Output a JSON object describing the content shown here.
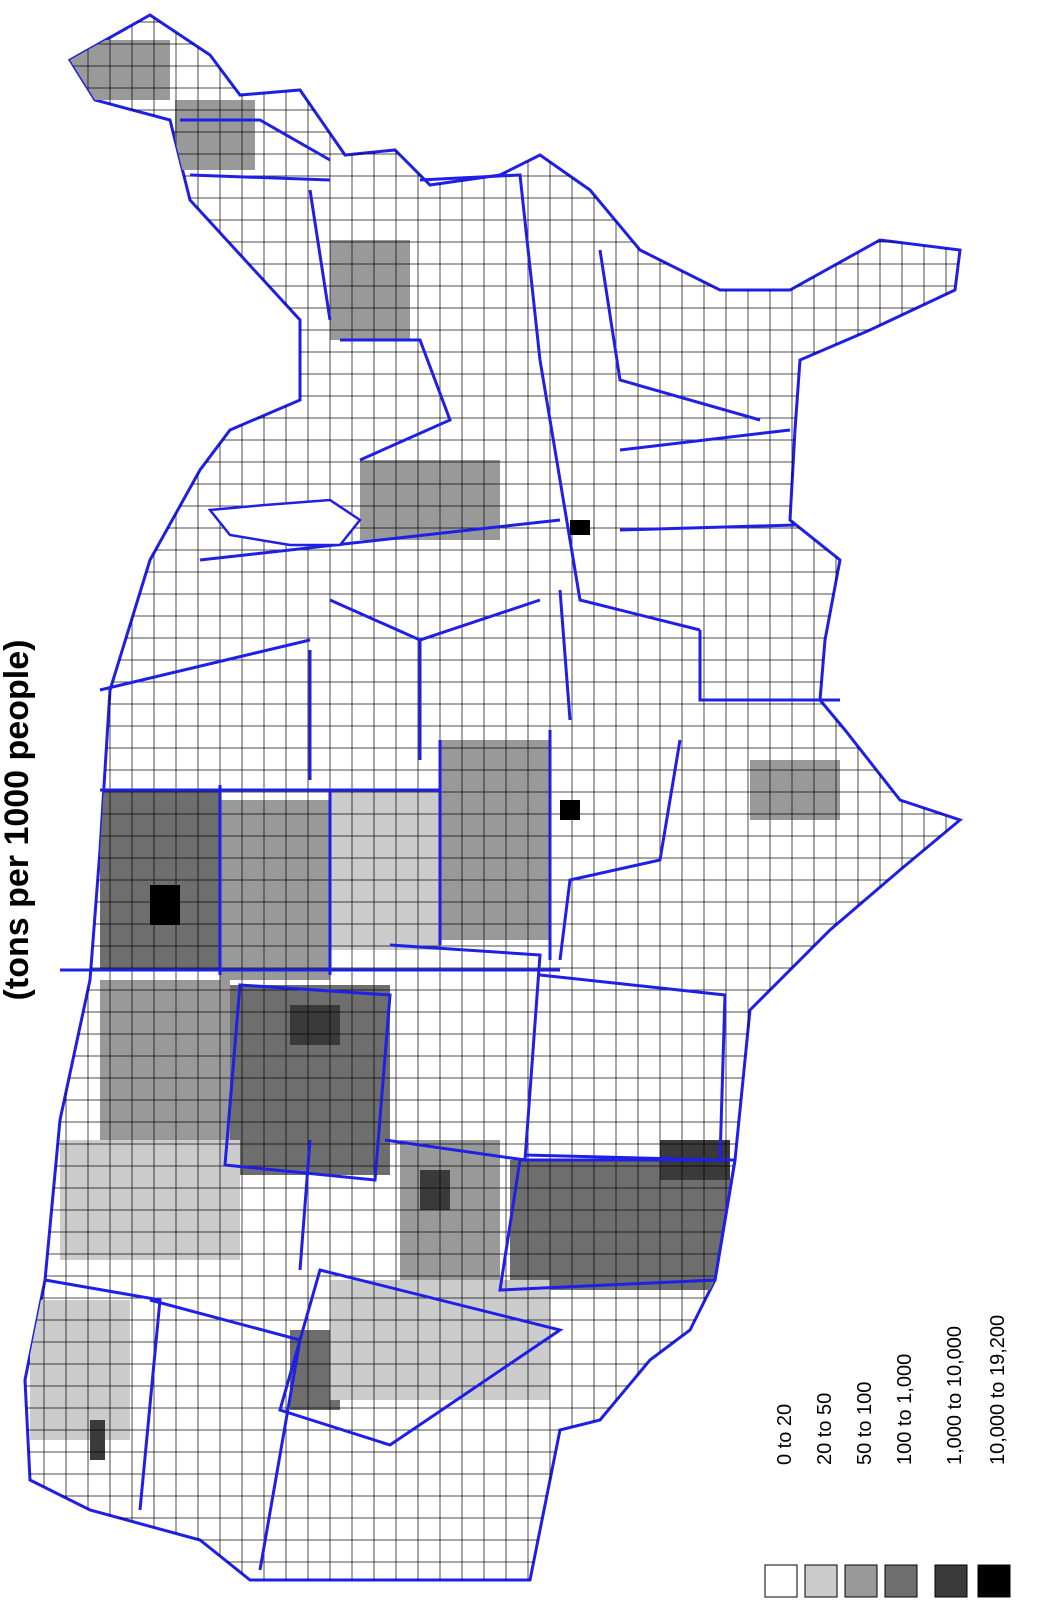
{
  "title": "",
  "subtitle": "(tons per 1000 people)",
  "legend": {
    "items": [
      {
        "label": "0 to 20",
        "color": "#ffffff"
      },
      {
        "label": "20 to 50",
        "color": "#cccccc"
      },
      {
        "label": "50 to 100",
        "color": "#999999"
      },
      {
        "label": "100 to 1,000",
        "color": "#6e6e6e"
      },
      {
        "label": "1,000 to 10,000",
        "color": "#3a3a3a"
      },
      {
        "label": "10,000 to 19,200",
        "color": "#000000"
      }
    ]
  },
  "colors": {
    "state_border": "#1f1fe6",
    "county_border": "#000000",
    "background": "#ffffff"
  }
}
